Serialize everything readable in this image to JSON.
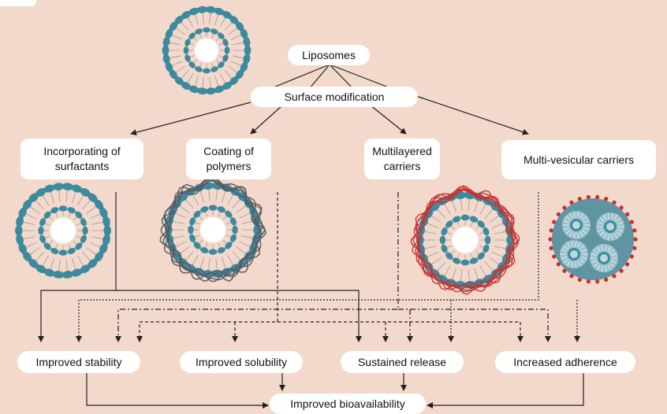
{
  "colors": {
    "background": "#f3d9cc",
    "lipid_head": "#3d8a9e",
    "polymer_coat": "#555a60",
    "multilayer_coat": "#c8302f",
    "multivesicular_fill": "#5f95a3",
    "multivesicular_dots": "#c8302f"
  },
  "nodes": {
    "liposomes": "Liposomes",
    "surface_modification": "Surface modification",
    "surfactants_line1": "Incorporating of",
    "surfactants_line2": "surfactants",
    "polymers_line1": "Coating of",
    "polymers_line2": "polymers",
    "multilayered_line1": "Multilayered",
    "multilayered_line2": "carriers",
    "multivesicular": "Multi-vesicular carriers",
    "improved_stability": "Improved stability",
    "improved_solubility": "Improved solubility",
    "sustained_release": "Sustained release",
    "increased_adherence": "Increased adherence",
    "improved_bioavailability": "Improved bioavailability"
  }
}
